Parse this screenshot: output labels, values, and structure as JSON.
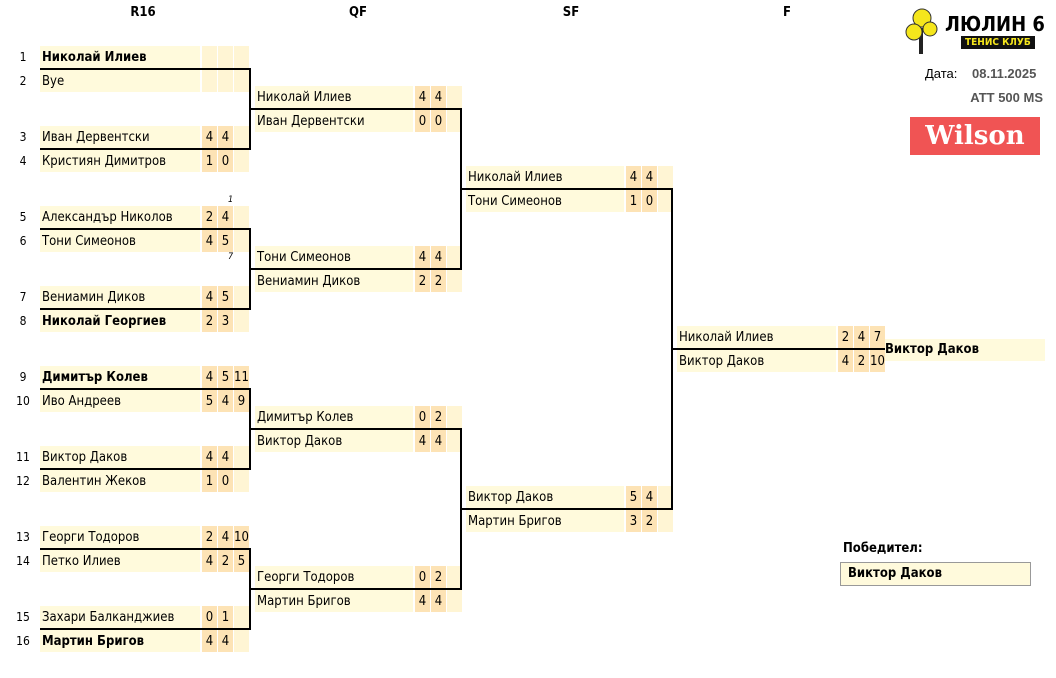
{
  "headers": [
    "R16",
    "QF",
    "SF",
    "F"
  ],
  "club": {
    "name": "ЛЮЛИН 6",
    "sub": "ТЕНИС КЛУБ"
  },
  "date_label": "Дата:",
  "date": "08.11.2025",
  "tournament": "ATT 500 MS",
  "sponsor": "Wilson",
  "r16": [
    {
      "seed": "1",
      "name": "Николай Илиев",
      "bold": true,
      "scores": [
        "",
        "",
        ""
      ]
    },
    {
      "seed": "2",
      "name": "Bye",
      "scores": [
        "",
        "",
        ""
      ]
    },
    {
      "seed": "3",
      "name": "Иван Дервентски",
      "scores": [
        "4",
        "4",
        ""
      ]
    },
    {
      "seed": "4",
      "name": "Кристиян Димитров",
      "scores": [
        "1",
        "0",
        ""
      ]
    },
    {
      "seed": "5",
      "name": "Александър Николов",
      "scores": [
        "2",
        "4",
        ""
      ],
      "tb_above": "1"
    },
    {
      "seed": "6",
      "name": "Тони Симеонов",
      "scores": [
        "4",
        "5",
        ""
      ],
      "tb_below": "7"
    },
    {
      "seed": "7",
      "name": "Вениамин Диков",
      "scores": [
        "4",
        "5",
        ""
      ]
    },
    {
      "seed": "8",
      "name": "Николай Георгиев",
      "bold": true,
      "scores": [
        "2",
        "3",
        ""
      ]
    },
    {
      "seed": "9",
      "name": "Димитър Колев",
      "bold": true,
      "scores": [
        "4",
        "5",
        "11"
      ]
    },
    {
      "seed": "10",
      "name": "Иво Андреев",
      "scores": [
        "5",
        "4",
        "9"
      ]
    },
    {
      "seed": "11",
      "name": "Виктор Даков",
      "scores": [
        "4",
        "4",
        ""
      ]
    },
    {
      "seed": "12",
      "name": "Валентин Жеков",
      "scores": [
        "1",
        "0",
        ""
      ]
    },
    {
      "seed": "13",
      "name": "Георги Тодоров",
      "scores": [
        "2",
        "4",
        "10"
      ]
    },
    {
      "seed": "14",
      "name": "Петко Илиев",
      "scores": [
        "4",
        "2",
        "5"
      ]
    },
    {
      "seed": "15",
      "name": "Захари Балканджиев",
      "scores": [
        "0",
        "1",
        ""
      ]
    },
    {
      "seed": "16",
      "name": "Мартин Бригов",
      "bold": true,
      "scores": [
        "4",
        "4",
        ""
      ]
    }
  ],
  "qf": [
    {
      "name": "Николай Илиев",
      "scores": [
        "4",
        "4",
        ""
      ]
    },
    {
      "name": "Иван Дервентски",
      "scores": [
        "0",
        "0",
        ""
      ]
    },
    {
      "name": "Тони Симеонов",
      "scores": [
        "4",
        "4",
        ""
      ]
    },
    {
      "name": "Вениамин Диков",
      "scores": [
        "2",
        "2",
        ""
      ]
    },
    {
      "name": "Димитър Колев",
      "scores": [
        "0",
        "2",
        ""
      ]
    },
    {
      "name": "Виктор Даков",
      "scores": [
        "4",
        "4",
        ""
      ]
    },
    {
      "name": "Георги Тодоров",
      "scores": [
        "0",
        "2",
        ""
      ]
    },
    {
      "name": "Мартин Бригов",
      "scores": [
        "4",
        "4",
        ""
      ]
    }
  ],
  "sf": [
    {
      "name": "Николай Илиев",
      "scores": [
        "4",
        "4",
        ""
      ]
    },
    {
      "name": "Тони Симеонов",
      "scores": [
        "1",
        "0",
        ""
      ]
    },
    {
      "name": "Виктор Даков",
      "scores": [
        "5",
        "4",
        ""
      ]
    },
    {
      "name": "Мартин Бригов",
      "scores": [
        "3",
        "2",
        ""
      ]
    }
  ],
  "final": [
    {
      "name": "Николай Илиев",
      "scores": [
        "2",
        "4",
        "7"
      ]
    },
    {
      "name": "Виктор Даков",
      "scores": [
        "4",
        "2",
        "10"
      ]
    }
  ],
  "champion": "Виктор Даков",
  "winner_label": "Победител:",
  "winner": "Виктор Даков"
}
